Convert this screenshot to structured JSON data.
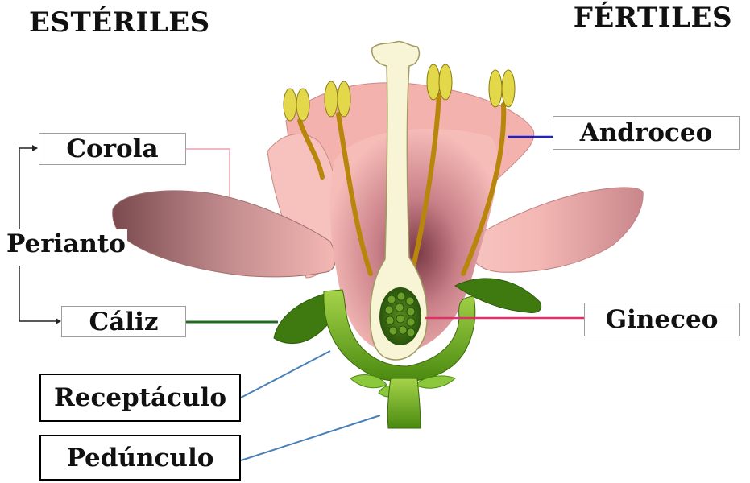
{
  "headings": {
    "left": "ESTÉRILES",
    "right": "FÉRTILES"
  },
  "labels": {
    "corola": "Corola",
    "caliz": "Cáliz",
    "perianto": "Perianto",
    "androceo": "Androceo",
    "gineceo": "Gineceo",
    "receptaculo": "Receptáculo",
    "pedunculo": "Pedúnculo"
  },
  "colors": {
    "petal": "#f6b8b4",
    "petal_dark": "#8a4a50",
    "sepal_green": "#4e8a12",
    "filament": "#b8860b",
    "anther": "#e2d84a",
    "pistil": "#f8f4d6",
    "ovary": "#2f5e0e",
    "corola_leader": "#f0b8c0",
    "caliz_leader": "#1f6b1f",
    "androceo_leader": "#2020cc",
    "gineceo_leader": "#e0306a",
    "receptaculo_leader": "#4a80b8",
    "pedunculo_leader": "#4a80b8"
  }
}
